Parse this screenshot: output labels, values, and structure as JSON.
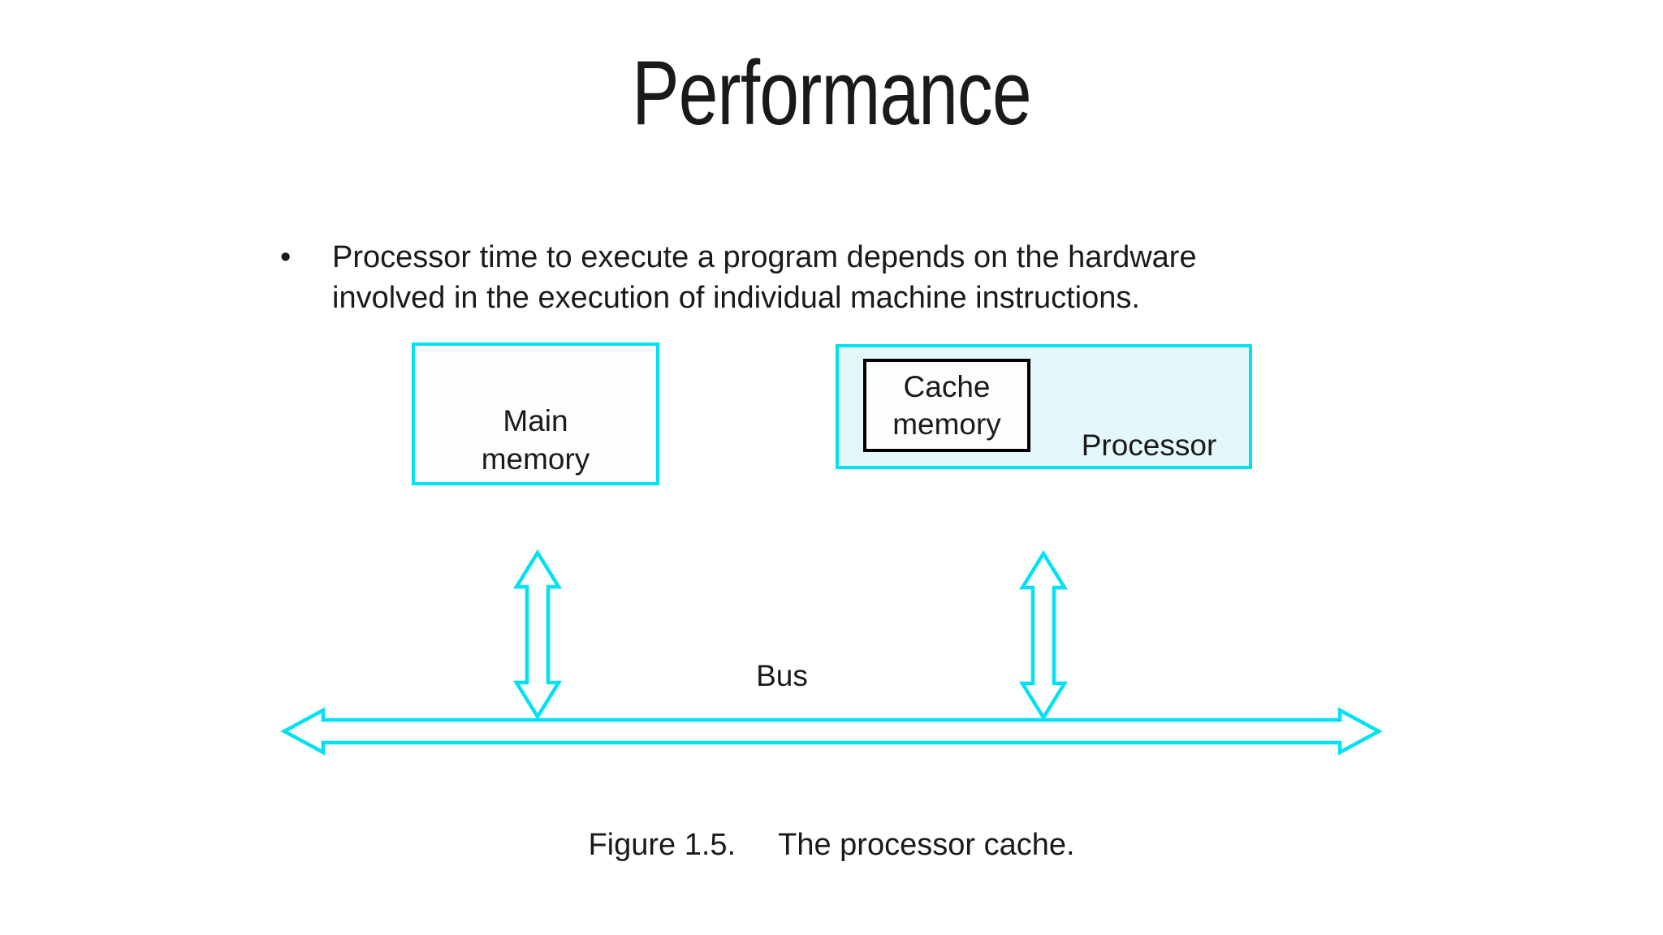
{
  "slide": {
    "title": "Performance",
    "bullet": {
      "marker": "•",
      "lines": [
        "Processor time to execute a program depends on the hardware",
        "involved in the execution of individual machine instructions."
      ]
    },
    "diagram": {
      "main_memory": {
        "line1": "Main",
        "line2": "memory"
      },
      "cache_memory": {
        "line1": "Cache",
        "line2": "memory"
      },
      "processor_label": "Processor",
      "bus_label": "Bus"
    },
    "caption": {
      "figure_label": "Figure 1.5.",
      "caption_text": "The processor cache."
    },
    "colors": {
      "accent_cyan": "#00e2f2",
      "processor_fill": "#e4f8fb",
      "cache_border": "#000000",
      "text": "#1a1a1a",
      "background": "#ffffff"
    }
  }
}
